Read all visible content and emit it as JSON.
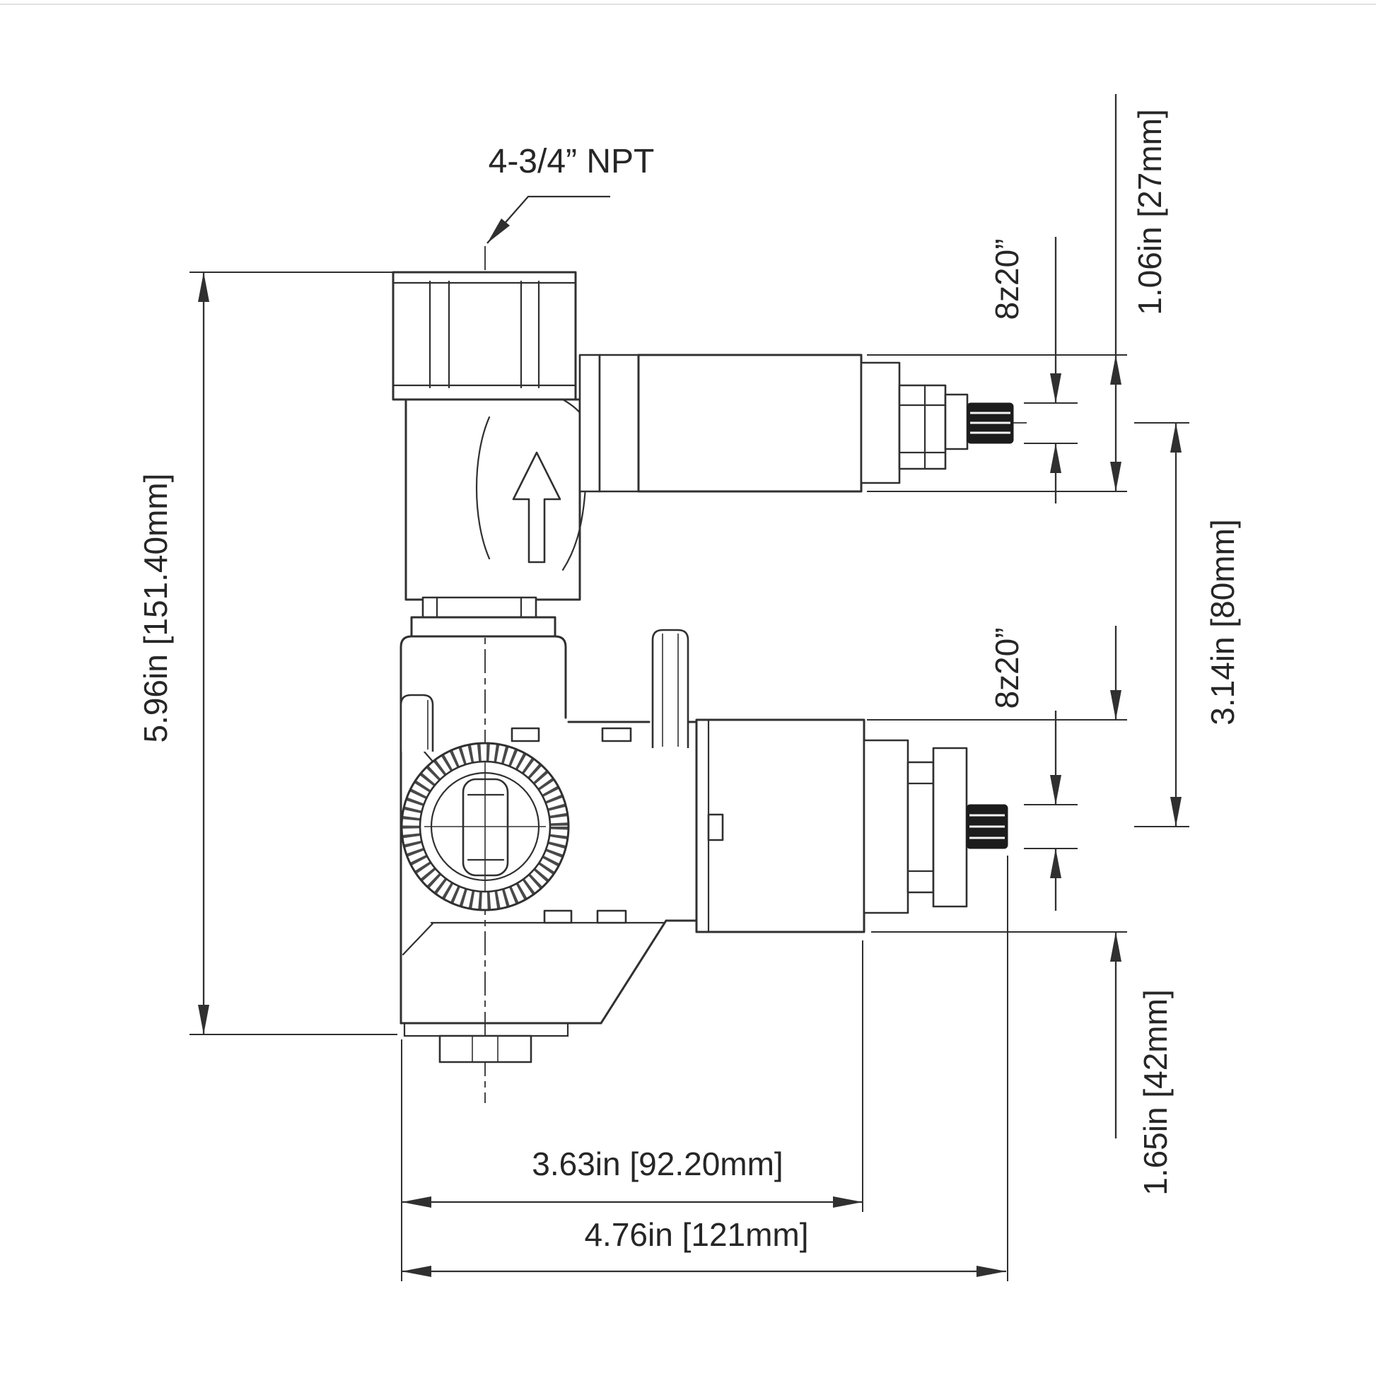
{
  "drawing": {
    "type": "technical-dimension-drawing",
    "subject": "thermostatic shower valve, side view with two cartridge stems",
    "labels": {
      "port": "4-3/4” NPT"
    },
    "dimensions": {
      "overall_height": "5.96in [151.40mm]",
      "upper_cartridge_height": "1.06in [27mm]",
      "upper_spline_spec": "8z20”",
      "lower_spline_spec": "8z20”",
      "axis_distance": "3.14in [80mm]",
      "lower_cartridge_height": "1.65in [42mm]",
      "body_depth": "3.63in [92.20mm]",
      "overall_depth": "4.76in [121mm]"
    },
    "colors": {
      "line": "#303030",
      "text": "#262626",
      "spline_fill": "#1c1c1c",
      "background": "#ffffff"
    }
  }
}
